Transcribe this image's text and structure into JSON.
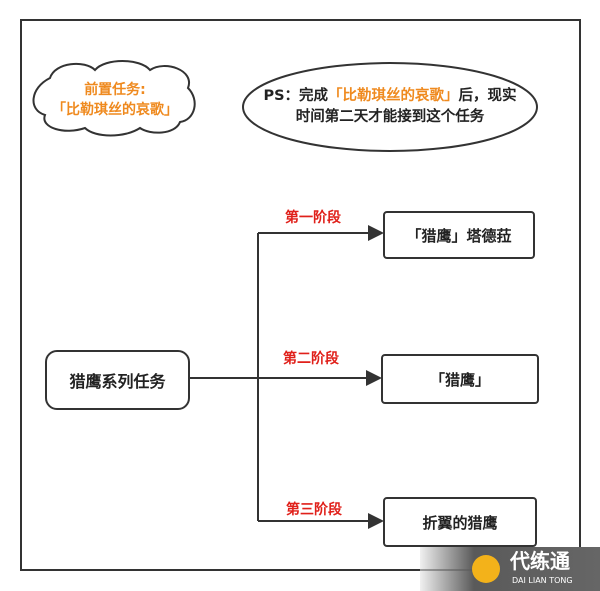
{
  "prereq": {
    "line1": "前置任务:",
    "line2": "「比勒琪丝的哀歌」"
  },
  "note": {
    "prefix": "PS：完成",
    "highlight": "「比勒琪丝的哀歌」",
    "suffix": "后，现实",
    "line2": "时间第二天才能接到这个任务"
  },
  "root": {
    "label": "猎鹰系列任务"
  },
  "stages": [
    {
      "label": "第一阶段",
      "task": "「猎鹰」塔德菈"
    },
    {
      "label": "第二阶段",
      "task": "「猎鹰」"
    },
    {
      "label": "第三阶段",
      "task": "折翼的猎鹰"
    }
  ],
  "watermark": {
    "name": "代练通",
    "sub": "DAI LIAN TONG"
  },
  "colors": {
    "highlight": "#ef8a1f",
    "stage": "#e0201a",
    "line": "#333333"
  }
}
